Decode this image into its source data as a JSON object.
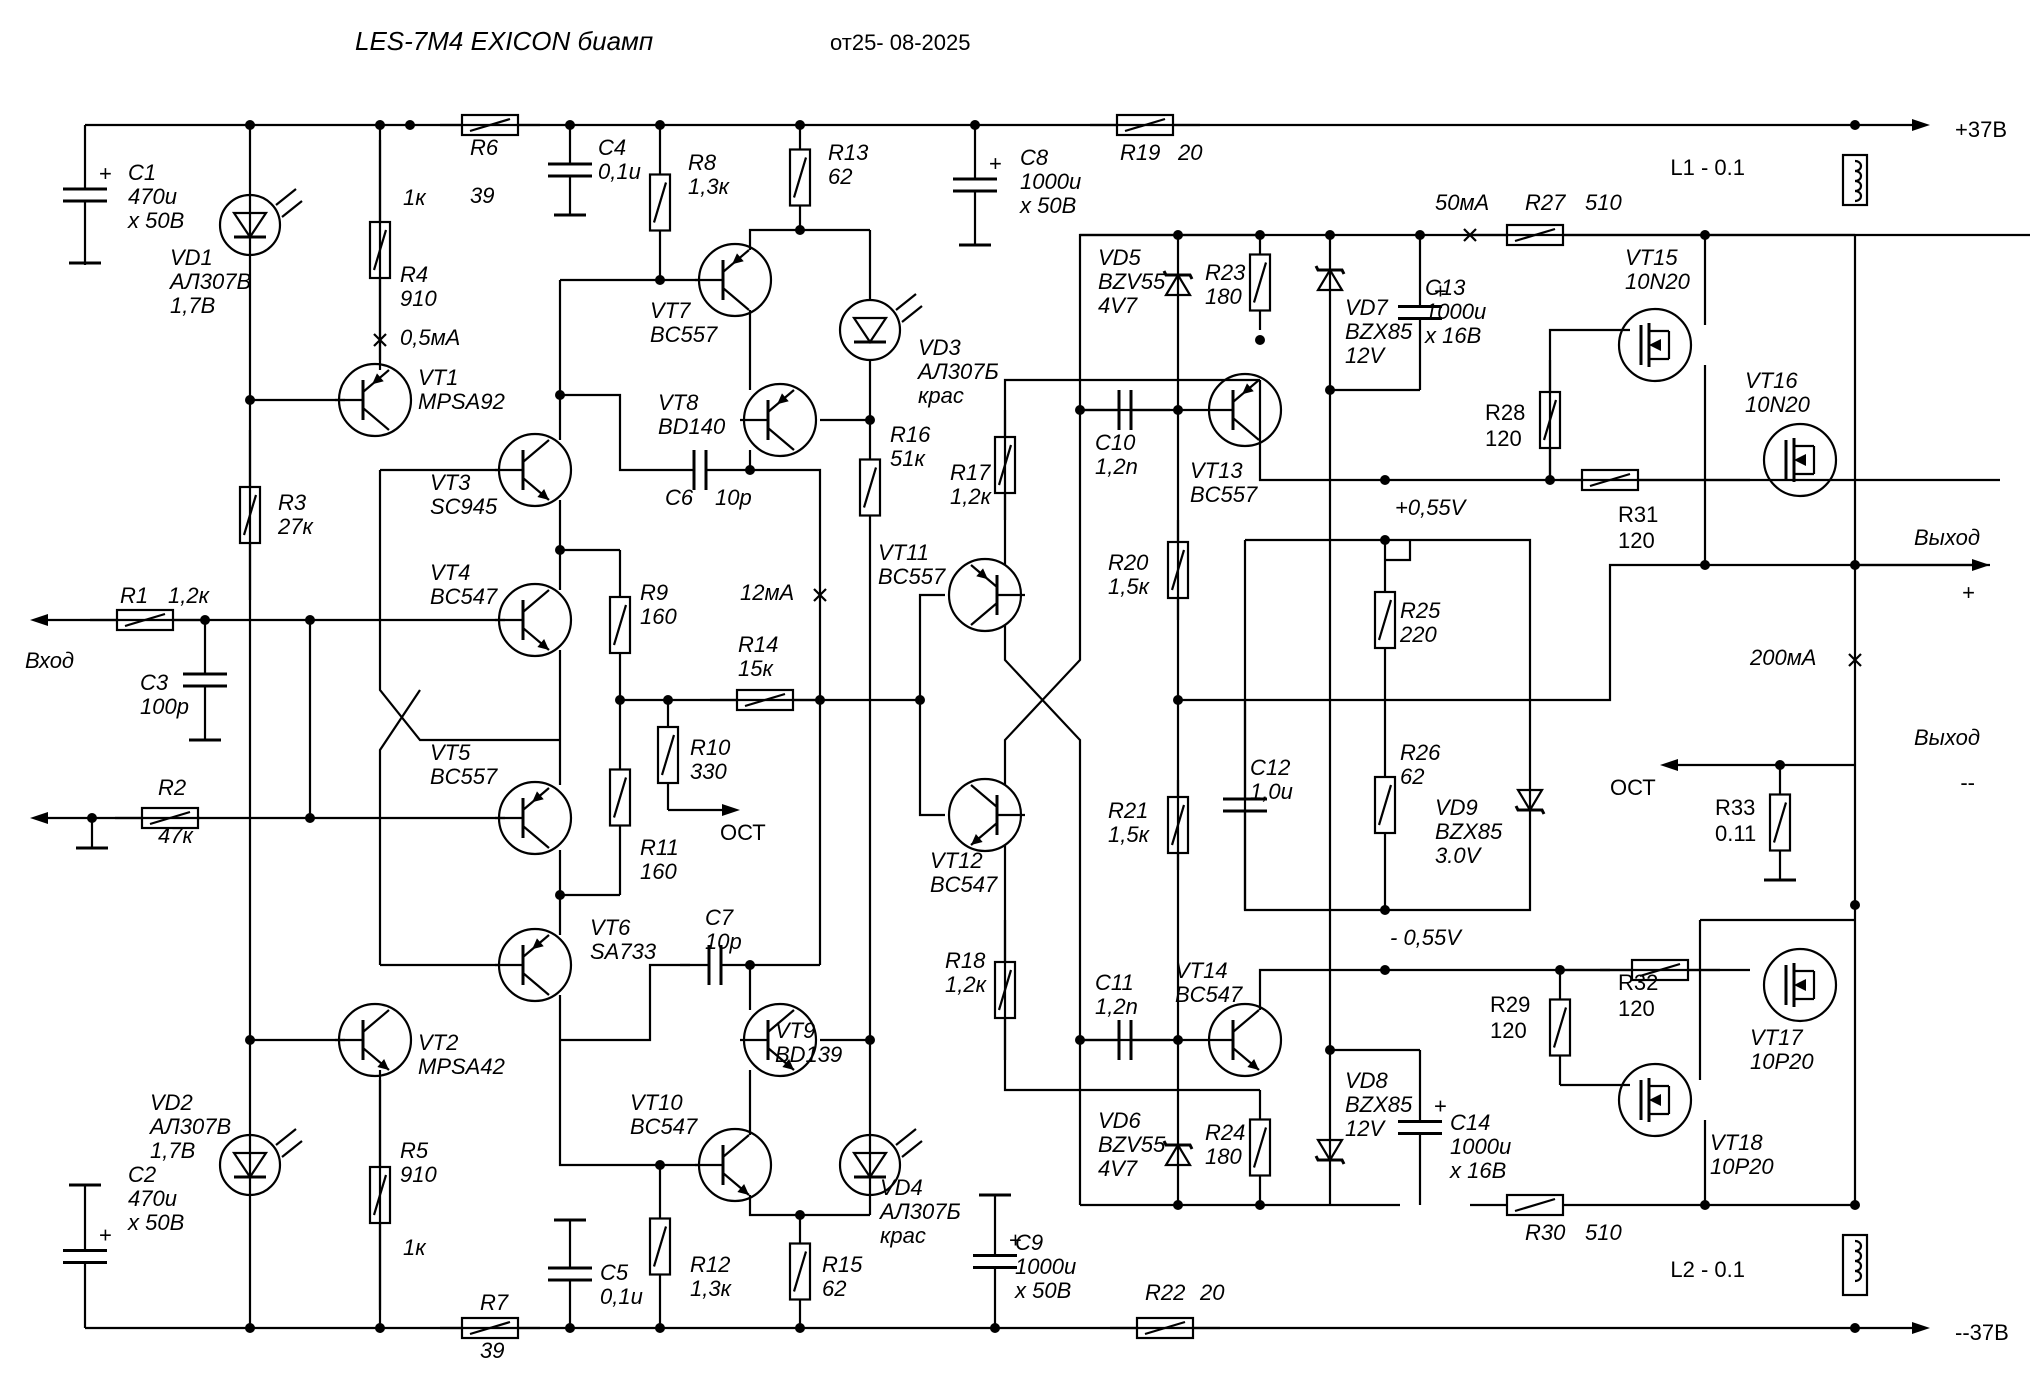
{
  "title": "LES-7M4  EXICON биамп",
  "date": "от25- 08-2025",
  "rails": {
    "pos": "+37В",
    "neg": "--37В"
  },
  "io": {
    "input": "Вход",
    "output_plus": "Выход",
    "plus": "+",
    "output_minus": "Выход",
    "minus": "--",
    "ost_left": "ОСТ",
    "ost_right": "ОСТ"
  },
  "currents": {
    "i1": "0,5мА",
    "i2": "12мА",
    "i3": "50мА",
    "i4": "200мА"
  },
  "voltages": {
    "vpos": "+0,55V",
    "vneg": "- 0,55V"
  },
  "components": {
    "C1": [
      "C1",
      "470u",
      "x 50В"
    ],
    "C2": [
      "C2",
      "470u",
      "x 50В"
    ],
    "C3": [
      "C3",
      "100p"
    ],
    "C4": [
      "C4",
      "0,1u"
    ],
    "C5": [
      "C5",
      "0,1u"
    ],
    "C6": [
      "C6",
      "10p"
    ],
    "C7": [
      "C7",
      "10p"
    ],
    "C8": [
      "C8",
      "1000u",
      "x 50В"
    ],
    "C9": [
      "C9",
      "1000u",
      "x 50В"
    ],
    "C10": [
      "C10",
      "1,2n"
    ],
    "C11": [
      "C11",
      "1,2n"
    ],
    "C12": [
      "C12",
      "1,0u"
    ],
    "C13": [
      "C13",
      "1000u",
      "x 16В"
    ],
    "C14": [
      "C14",
      "1000u",
      "x 16В"
    ],
    "R1": [
      "R1",
      "1,2к"
    ],
    "R2": [
      "R2",
      "47к"
    ],
    "R3": [
      "R3",
      "27к"
    ],
    "R4": [
      "R4",
      "910"
    ],
    "R5": [
      "R5",
      "910"
    ],
    "R6": [
      "R6",
      "39"
    ],
    "R7": [
      "R7",
      "39"
    ],
    "R8": [
      "R8",
      "1,3к"
    ],
    "R9": [
      "R9",
      "160"
    ],
    "R10": [
      "R10",
      "330"
    ],
    "R11": [
      "R11",
      "160"
    ],
    "R12": [
      "R12",
      "1,3к"
    ],
    "R13": [
      "R13",
      "62"
    ],
    "R14": [
      "R14",
      "15к"
    ],
    "R15": [
      "R15",
      "62"
    ],
    "R16": [
      "R16",
      "51к"
    ],
    "R17": [
      "R17",
      "1,2к"
    ],
    "R18": [
      "R18",
      "1,2к"
    ],
    "R19": [
      "R19",
      "20"
    ],
    "R20": [
      "R20",
      "1,5к"
    ],
    "R21": [
      "R21",
      "1,5к"
    ],
    "R22": [
      "R22",
      "20"
    ],
    "R23": [
      "R23",
      "180"
    ],
    "R24": [
      "R24",
      "180"
    ],
    "R25": [
      "R25",
      "220"
    ],
    "R26": [
      "R26",
      "62"
    ],
    "R27": [
      "R27",
      "510"
    ],
    "R28": [
      "R28",
      "120"
    ],
    "R29": [
      "R29",
      "120"
    ],
    "R30": [
      "R30",
      "510"
    ],
    "R31": [
      "R31",
      "120"
    ],
    "R32": [
      "R32",
      "120"
    ],
    "R33": [
      "R33",
      "0.11"
    ],
    "trim_top": "1к",
    "trim_bot": "1к",
    "L1": "L1 - 0.1",
    "L2": "L2 - 0.1",
    "VD1": [
      "VD1",
      "АЛ307В",
      "1,7В"
    ],
    "VD2": [
      "VD2",
      "АЛ307В",
      "1,7В"
    ],
    "VD3": [
      "VD3",
      "АЛ307Б",
      "крас"
    ],
    "VD4": [
      "VD4",
      "АЛ307Б",
      "крас"
    ],
    "VD5": [
      "VD5",
      "BZV55",
      "4V7"
    ],
    "VD6": [
      "VD6",
      "BZV55",
      "4V7"
    ],
    "VD7": [
      "VD7",
      "BZX85",
      "12V"
    ],
    "VD8": [
      "VD8",
      "BZX85",
      "12V"
    ],
    "VD9": [
      "VD9",
      "BZX85",
      "3.0V"
    ],
    "VT1": [
      "VT1",
      "MPSA92"
    ],
    "VT2": [
      "VT2",
      "MPSA42"
    ],
    "VT3": [
      "VT3",
      "SC945"
    ],
    "VT4": [
      "VT4",
      "BC547"
    ],
    "VT5": [
      "VT5",
      "BC557"
    ],
    "VT6": [
      "VT6",
      "SA733"
    ],
    "VT7": [
      "VT7",
      "BC557"
    ],
    "VT8": [
      "VT8",
      "BD140"
    ],
    "VT9": [
      "VT9",
      "BD139"
    ],
    "VT10": [
      "VT10",
      "BC547"
    ],
    "VT11": [
      "VT11",
      "BC557"
    ],
    "VT12": [
      "VT12",
      "BC547"
    ],
    "VT13": [
      "VT13",
      "BC557"
    ],
    "VT14": [
      "VT14",
      "BC547"
    ],
    "VT15": [
      "VT15",
      "10N20"
    ],
    "VT16": [
      "VT16",
      "10N20"
    ],
    "VT17": [
      "VT17",
      "10P20"
    ],
    "VT18": [
      "VT18",
      "10P20"
    ]
  }
}
